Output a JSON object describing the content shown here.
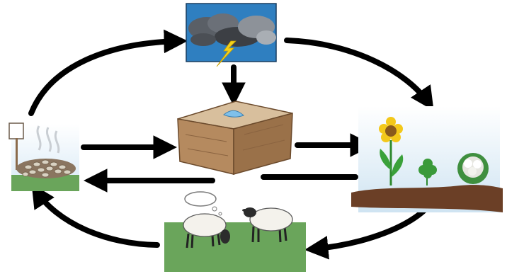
{
  "diagram": {
    "nodes": [
      {
        "id": "storm",
        "icon": "storm-cloud-lightning-icon"
      },
      {
        "id": "box",
        "icon": "cardboard-box-with-water-drop-icon"
      },
      {
        "id": "plants",
        "icon": "flower-and-plants-icon"
      },
      {
        "id": "sheep",
        "icon": "grazing-sheep-icon"
      },
      {
        "id": "compost",
        "icon": "smoking-compost-pile-with-sign-icon"
      }
    ],
    "edges": [
      {
        "from": "compost",
        "to": "storm"
      },
      {
        "from": "storm",
        "to": "plants"
      },
      {
        "from": "storm",
        "to": "box"
      },
      {
        "from": "compost",
        "to": "box"
      },
      {
        "from": "box",
        "to": "plants"
      },
      {
        "from": "plants",
        "to": "compost"
      },
      {
        "from": "plants",
        "to": "sheep"
      },
      {
        "from": "sheep",
        "to": "compost"
      }
    ],
    "colors": {
      "arrow": "#000000",
      "sky": "#cfe4f2",
      "grass": "#6aa55b",
      "soil": "#6b3f26",
      "box": "#b58a5f",
      "stormSky": "#2f7fc0"
    }
  }
}
